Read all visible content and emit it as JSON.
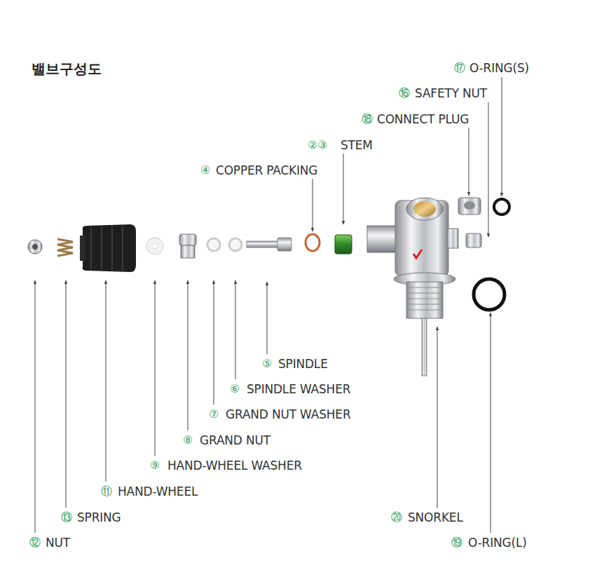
{
  "diagram": {
    "title": "밸브구성도",
    "labels": [
      "⑰",
      "O-RING(S)",
      "⑯",
      "SAFETY NUT",
      "⑱",
      "CONNECT PLUG",
      "②③",
      "STEM",
      "④",
      "COPPER PACKING",
      "⑤",
      "SPINDLE",
      "⑥",
      "SPINDLE WASHER",
      "⑦",
      "GRAND NUT WASHER",
      "⑧",
      "GRAND NUT",
      "⑨",
      "HAND-WHEEL WASHER",
      "⑪",
      "HAND-WHEEL",
      "⑬",
      "SPRING",
      "⑳",
      "SNORKEL",
      "⑫",
      "NUT",
      "⑲",
      "O-RING(L)"
    ]
  }
}
